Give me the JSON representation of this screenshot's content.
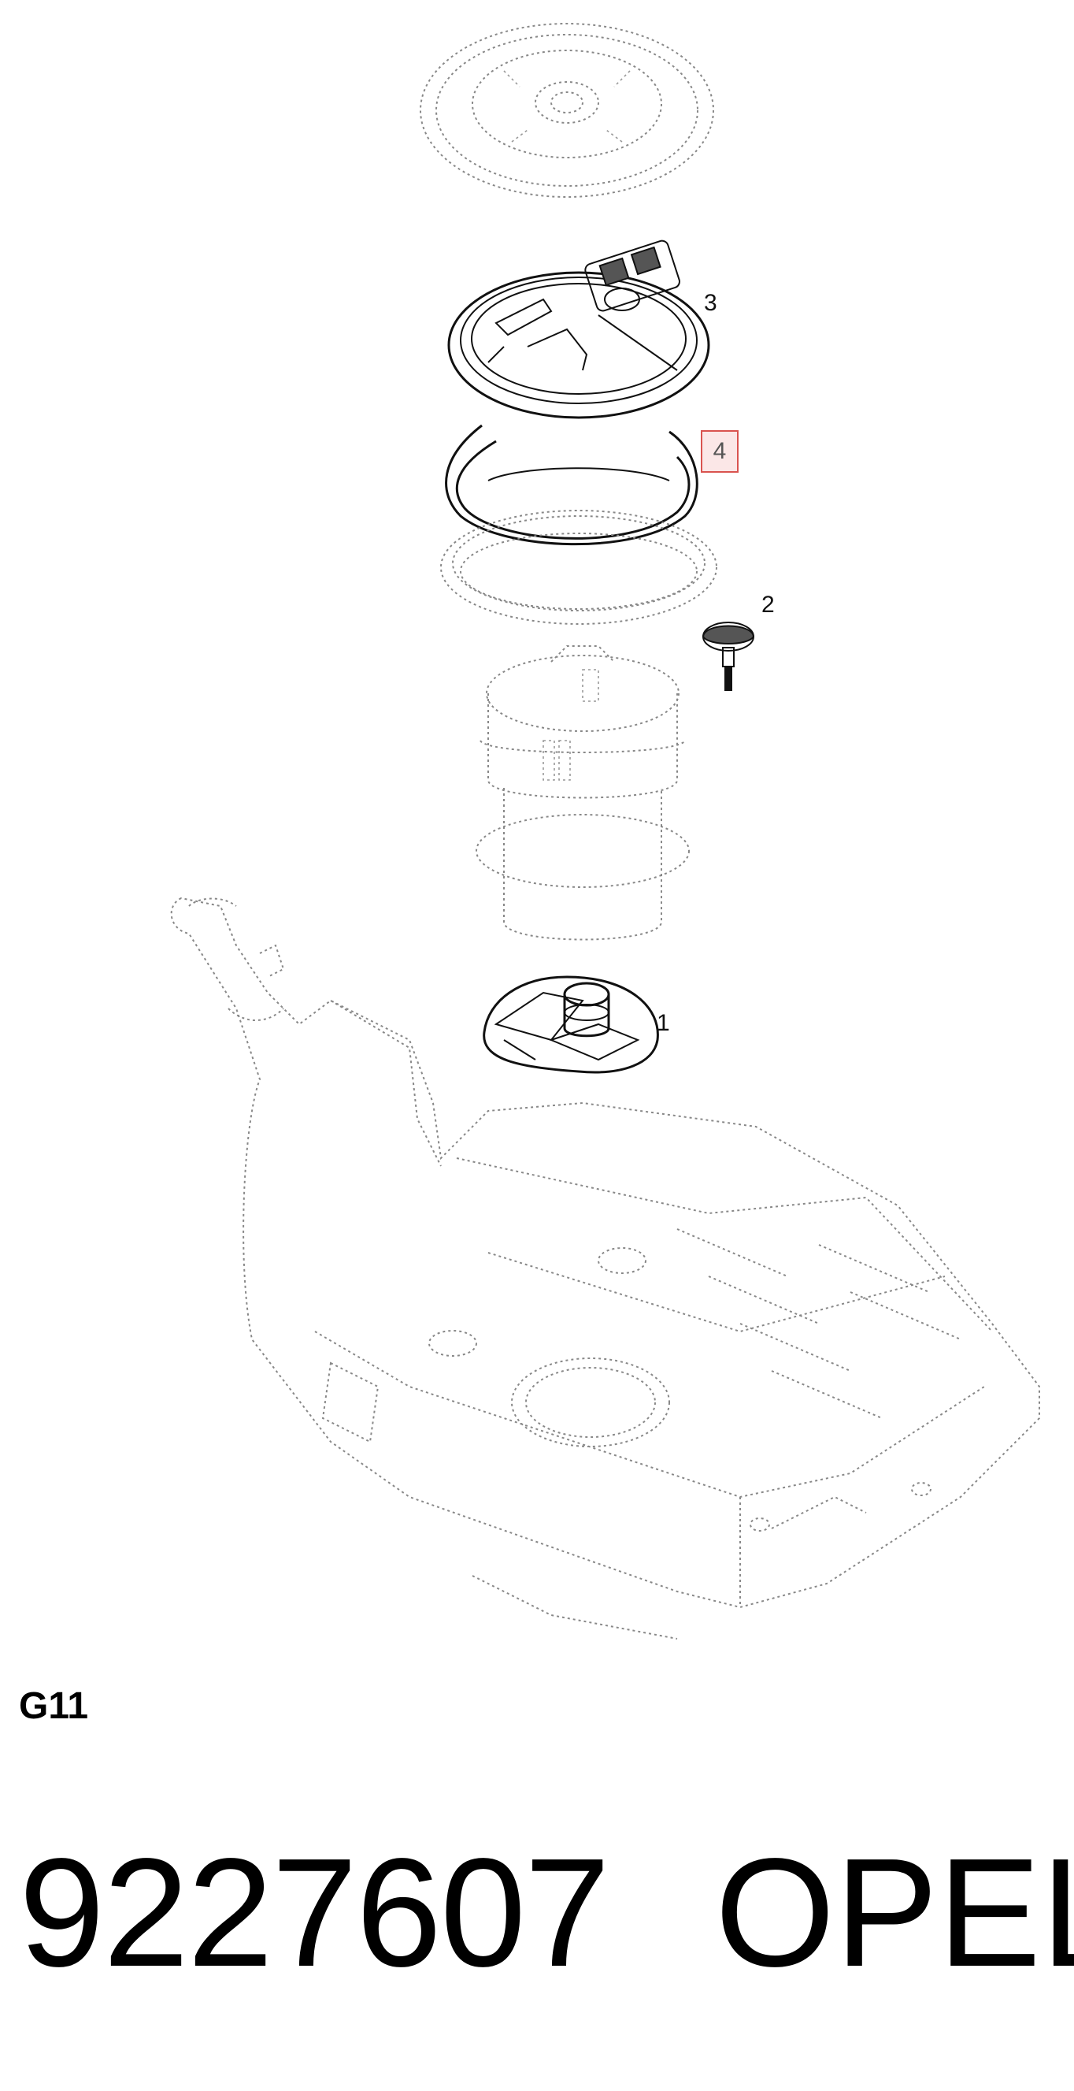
{
  "diagram": {
    "callouts": {
      "item_1": "1",
      "item_2": "2",
      "item_3": "3",
      "item_4": "4"
    },
    "section_code": "G11"
  },
  "part": {
    "number": "9227607",
    "brand": "OPEL"
  },
  "colors": {
    "highlight_border": "#d9534f",
    "highlight_fill": "#fbe7e7",
    "line_dark": "#111111",
    "line_dotted": "#888888"
  }
}
